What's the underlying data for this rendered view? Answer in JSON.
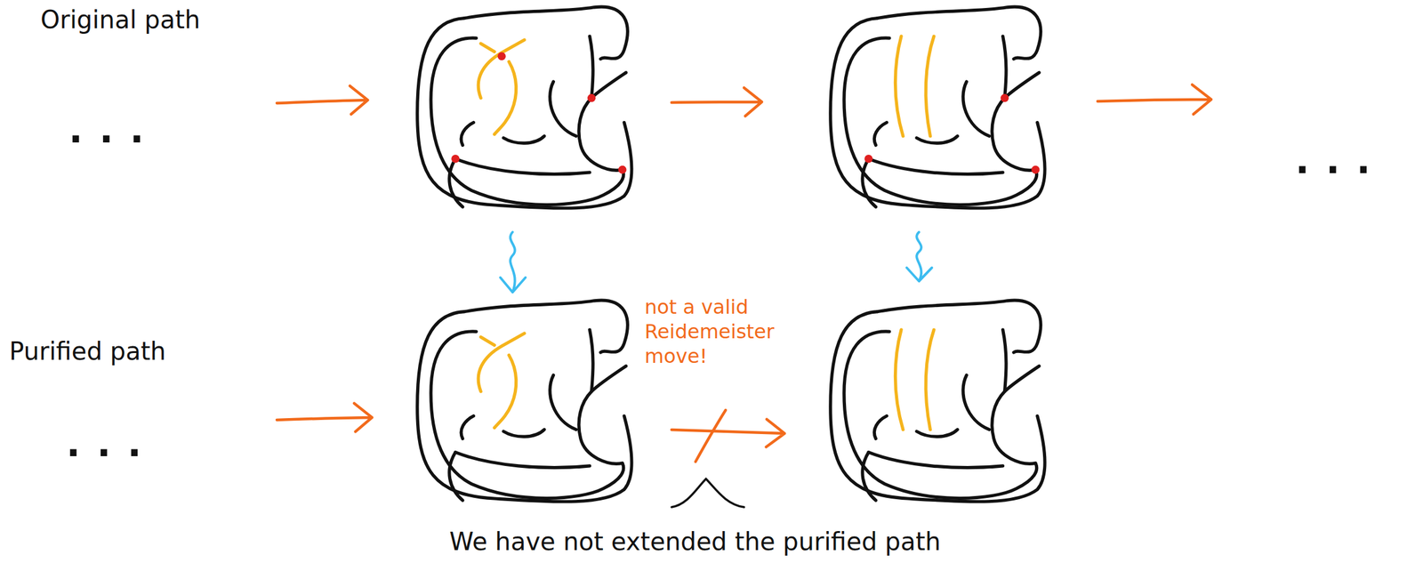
{
  "diagram": {
    "labels": [
      "Original path",
      "...",
      "...",
      "Purified path",
      "...",
      "not a valid Reidemeister move!",
      "We have not extended the purified path"
    ]
  }
}
